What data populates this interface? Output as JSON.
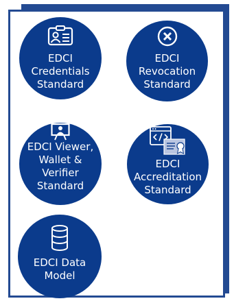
{
  "items": [
    {
      "label": "EDCI\nCredentials\nStandard",
      "icon": "id-card-icon"
    },
    {
      "label": "EDCI\nRevocation\nStandard",
      "icon": "cancel-circle-icon"
    },
    {
      "label": "EDCI Viewer,\nWallet &\nVerifier\nStandard",
      "icon": "presenter-screen-icon"
    },
    {
      "label": "EDCI\nAccreditation\nStandard",
      "icon": "code-certificate-icon"
    },
    {
      "label": "EDCI Data\nModel",
      "icon": "database-icon"
    }
  ],
  "colors": {
    "circle": "#0b3b8c",
    "panel_border": "#234a92",
    "text": "#ffffff"
  }
}
